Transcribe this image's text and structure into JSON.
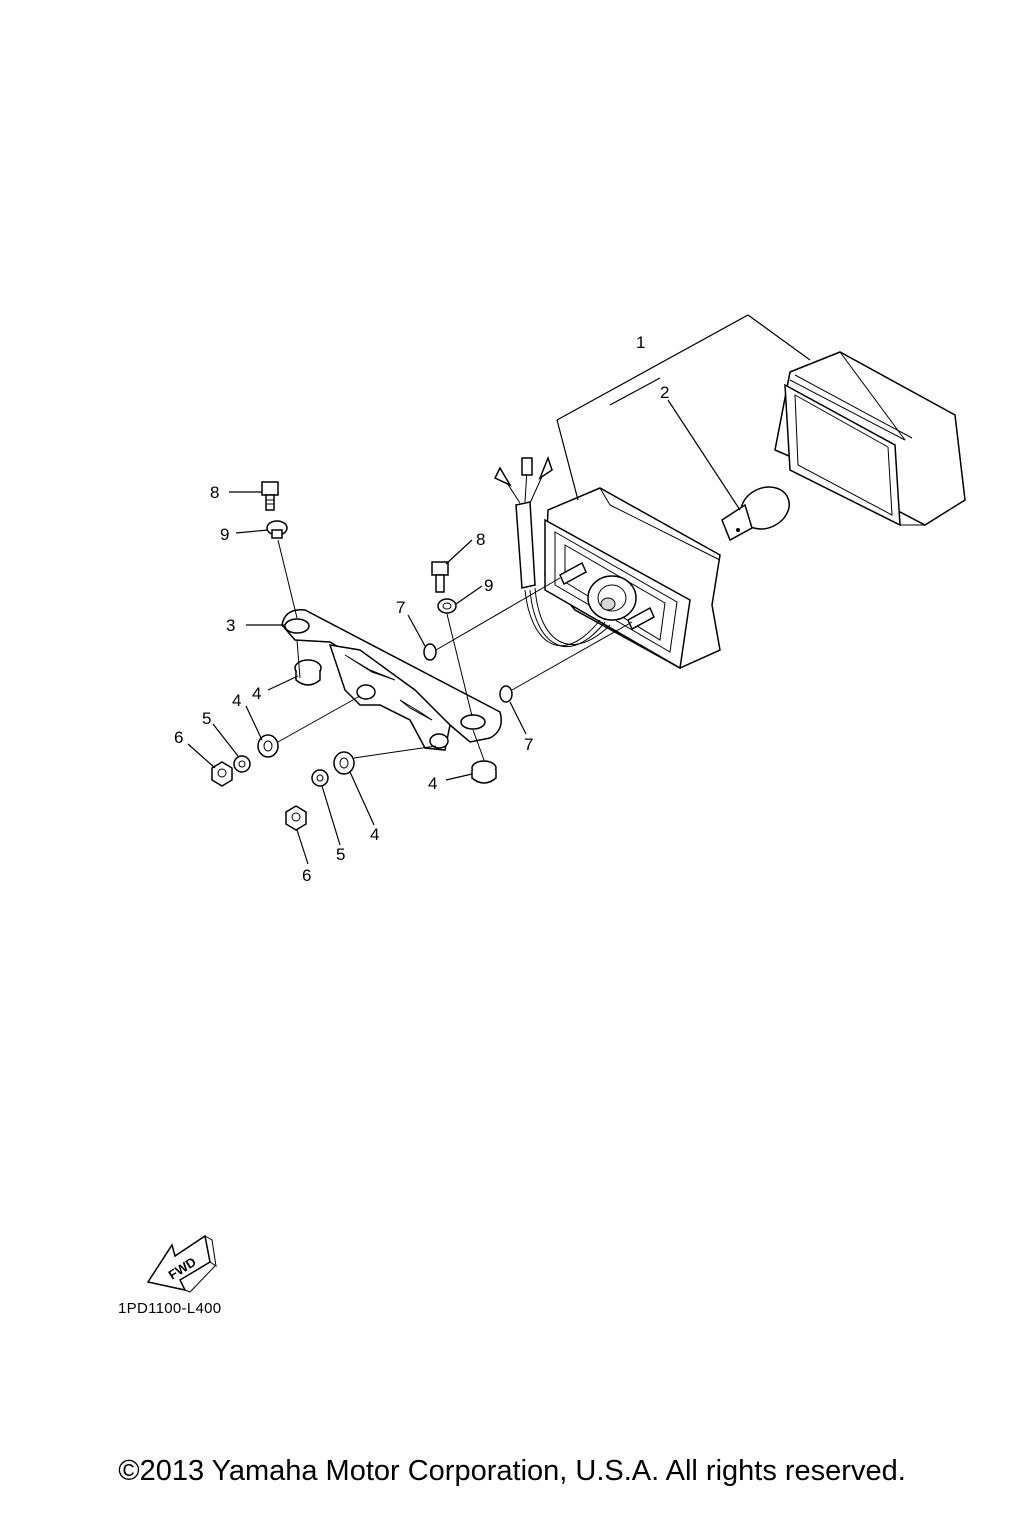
{
  "diagram": {
    "callouts": {
      "c1": "1",
      "c2": "2",
      "c3": "3",
      "c4a": "4",
      "c4b": "4",
      "c4c": "4",
      "c4d": "4",
      "c5a": "5",
      "c5b": "5",
      "c6a": "6",
      "c6b": "6",
      "c7a": "7",
      "c7b": "7",
      "c8a": "8",
      "c8b": "8",
      "c9a": "9",
      "c9b": "9"
    },
    "fwd_label": "FWD"
  },
  "footer": {
    "drawing_code": "1PD1100-L400",
    "copyright": "©2013 Yamaha Motor Corporation, U.S.A. All rights reserved."
  }
}
